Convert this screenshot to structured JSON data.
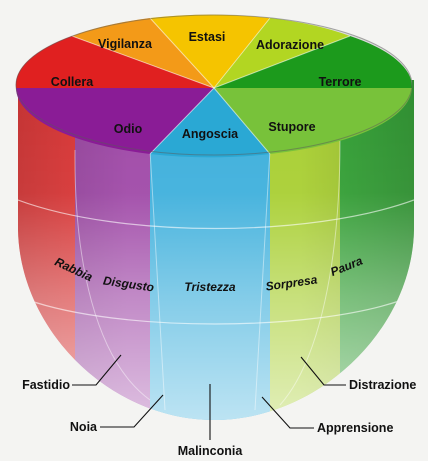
{
  "diagram": {
    "top_ring": {
      "outer": [
        "Vigilanza",
        "Estasi",
        "Adorazione",
        "Terrore",
        "Collera"
      ],
      "inner": [
        "Odio",
        "Angoscia",
        "Stupore"
      ]
    },
    "middle_ring": [
      "Rabbia",
      "Disgusto",
      "Tristezza",
      "Sorpresa",
      "Paura"
    ],
    "bottom_labels": {
      "left": [
        "Fastidio",
        "Noia"
      ],
      "center": "Malinconia",
      "right": [
        "Distrazione",
        "Apprensione"
      ]
    },
    "colors": {
      "collera": "#e02020",
      "vigilanza": "#f39a18",
      "estasi": "#f5c400",
      "adorazione": "#b2d622",
      "terrore": "#1c9a1c",
      "odio": "#8a1c96",
      "angoscia": "#2aa8d4",
      "stupore": "#78c23a"
    }
  }
}
